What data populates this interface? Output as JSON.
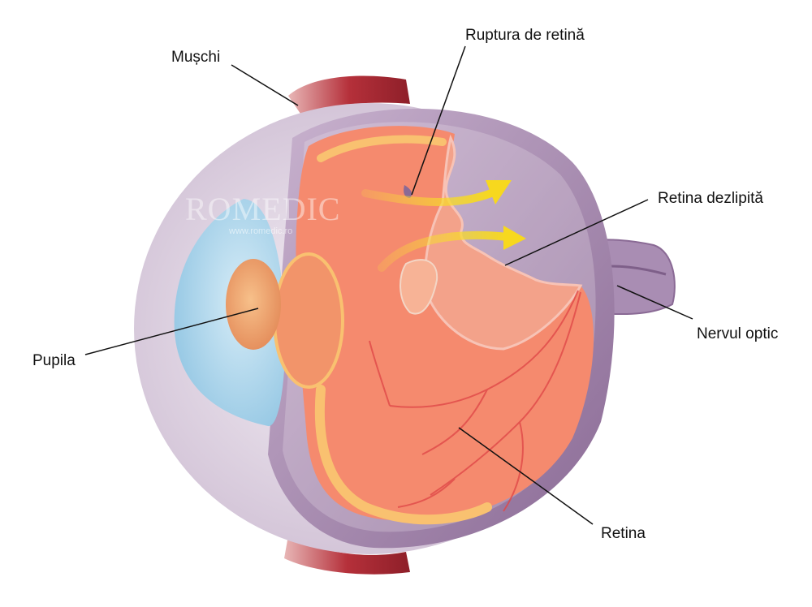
{
  "labels": {
    "muschi": "Mușchi",
    "ruptura": "Ruptura de retină",
    "retina_dezlipita": "Retina dezlipită",
    "nervul_optic": "Nervul optic",
    "pupila": "Pupila",
    "retina": "Retina"
  },
  "watermark": {
    "title": "ROMEDIC",
    "url": "www.romedic.ro"
  },
  "colors": {
    "sclera_outer": "#e9e3ea",
    "sclera_inner": "#d8c9dc",
    "choroid": "#9f83a8",
    "muscle": "#b5303a",
    "retina": "#f58a6e",
    "retina_edge": "#f9c170",
    "lens": "#f0a070",
    "cornea": "#a8d3ea",
    "arrow": "#f7e03a",
    "vessel": "#e04848"
  }
}
